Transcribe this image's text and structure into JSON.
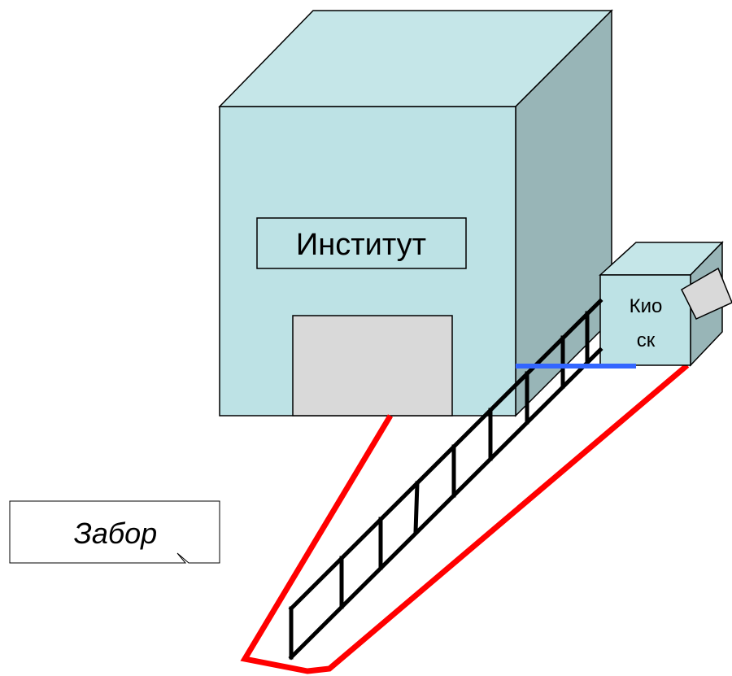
{
  "building": {
    "label": "Институт"
  },
  "kiosk": {
    "label_line1": "Кио",
    "label_line2": "ск"
  },
  "fence": {
    "callout_label": "Забор"
  },
  "colors": {
    "building_front": "#bde2e5",
    "building_top": "#c5e6e8",
    "building_side": "#98b5b7",
    "door": "#d9d9d9",
    "red_path": "#ff0000",
    "blue_line": "#3366ff",
    "fence": "#000000"
  }
}
